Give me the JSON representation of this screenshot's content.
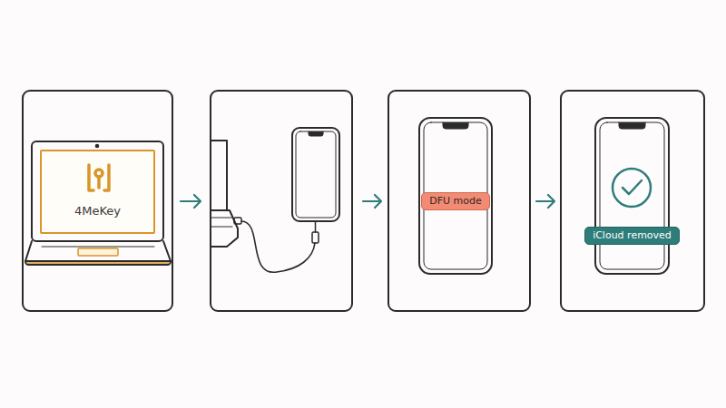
{
  "diagram": {
    "nodes": [
      {
        "text": [
          "4MeKey"
        ]
      },
      {
        "text": [
          "DFU mode"
        ]
      },
      {
        "text": [
          "iCloud removed"
        ]
      }
    ]
  }
}
